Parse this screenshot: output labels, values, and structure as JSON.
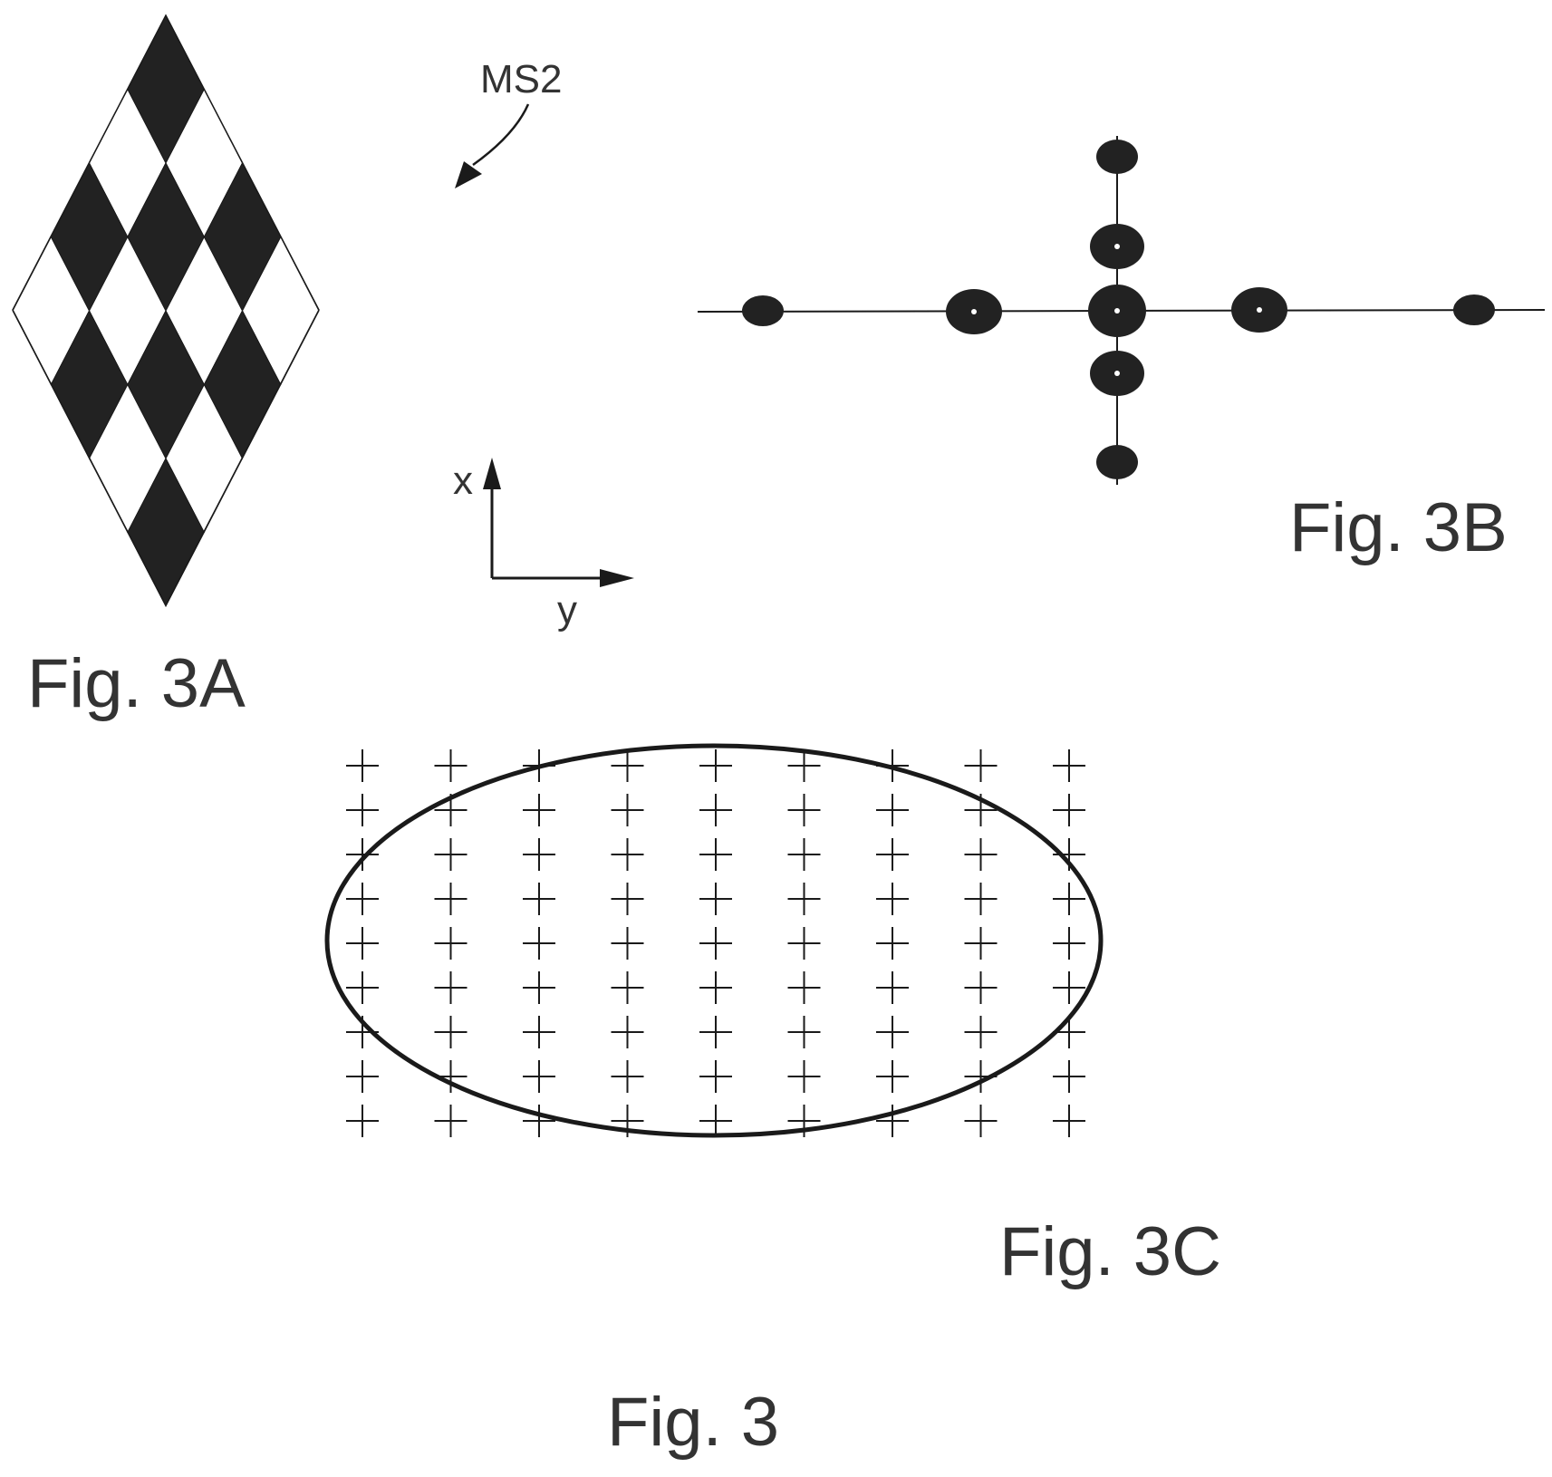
{
  "labels": {
    "fig_3a": "Fig. 3A",
    "fig_3b": "Fig. 3B",
    "fig_3c": "Fig. 3C",
    "fig_3": "Fig. 3",
    "ms2": "MS2",
    "axis_x": "x",
    "axis_y": "y"
  },
  "colors": {
    "ink": "#1a1a1a",
    "fill_dark": "#222222",
    "paper": "#ffffff"
  }
}
